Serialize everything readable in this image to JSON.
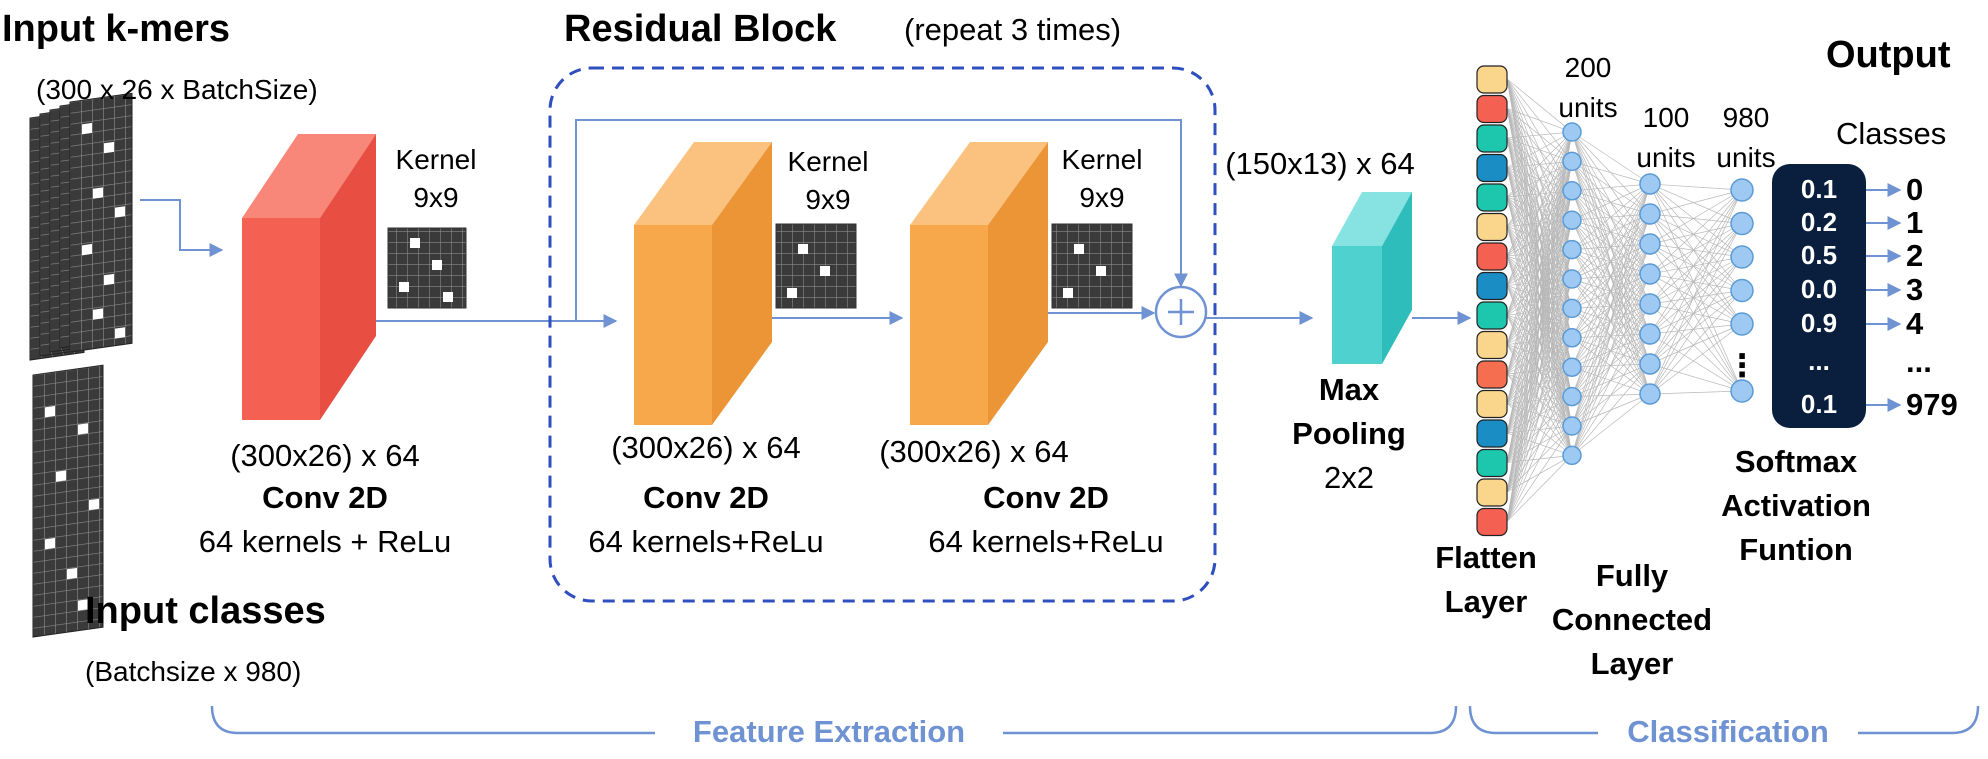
{
  "input_kmers": {
    "title": "Input k-mers",
    "dims": "(300 x 26 x BatchSize)"
  },
  "input_classes": {
    "title": "Input classes",
    "dims": "(Batchsize x 980)"
  },
  "conv1": {
    "kernel_label": "Kernel",
    "kernel_size": "9x9",
    "dims": "(300x26) x 64",
    "title": "Conv 2D",
    "desc": "64 kernels + ReLu",
    "color": "#f46152"
  },
  "residual": {
    "title": "Residual Block",
    "subtitle": "(repeat 3 times)",
    "conv_a": {
      "kernel_label": "Kernel",
      "kernel_size": "9x9",
      "dims": "(300x26) x 64",
      "title": "Conv 2D",
      "desc": "64 kernels+ReLu"
    },
    "conv_b": {
      "kernel_label": "Kernel",
      "kernel_size": "9x9",
      "dims": "(300x26) x 64",
      "title": "Conv 2D",
      "desc": "64 kernels+ReLu"
    },
    "color": "#f7a84a",
    "add_symbol": "+"
  },
  "pool": {
    "dims": "(150x13) x 64",
    "title_line1": "Max",
    "title_line2": "Pooling",
    "size": "2x2",
    "color": "#4fd1cf"
  },
  "flatten": {
    "line1": "Flatten",
    "line2": "Layer"
  },
  "fc": {
    "units_200_num": "200",
    "units_200_word": "units",
    "units_100_num": "100",
    "units_100_word": "units",
    "units_980_num": "980",
    "units_980_word": "units",
    "line1": "Fully",
    "line2": "Connected",
    "line3": "Layer",
    "ellipsis": "⋮"
  },
  "softmax": {
    "line1": "Softmax",
    "line2": "Activation",
    "line3": "Funtion",
    "values": [
      "0.1",
      "0.2",
      "0.5",
      "0.0",
      "0.9",
      "...",
      "0.1"
    ]
  },
  "output": {
    "title": "Output",
    "classes_label": "Classes",
    "classes": [
      "0",
      "1",
      "2",
      "3",
      "4",
      "...",
      "979"
    ]
  },
  "brackets": {
    "feature_extraction": "Feature Extraction",
    "classification": "Classification"
  },
  "colors": {
    "accent_blue": "#6f92d3",
    "dashed_border": "#2f4fbf",
    "node_fill": "#9ec9f3",
    "node_stroke": "#5b9bd5",
    "softmax_box": "#0a1f3e"
  }
}
